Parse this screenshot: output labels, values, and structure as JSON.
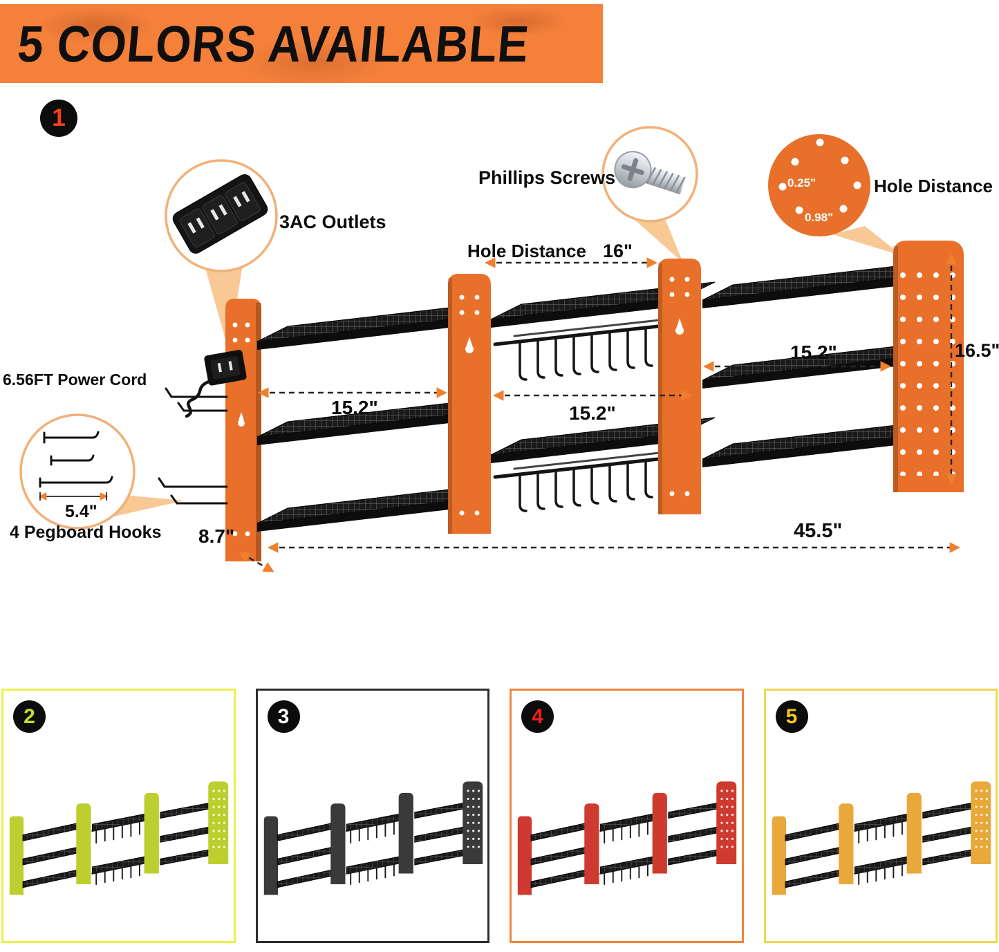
{
  "banner": {
    "title": "5 COLORS AVAILABLE"
  },
  "colors": {
    "banner_bg": "#f4803a",
    "arrow": "#f07f2e",
    "callout_ring": "#f2b078"
  },
  "main": {
    "number": "1",
    "number_color": "#f2421a",
    "rack_color": "#e8702a",
    "labels": {
      "outlets": "3AC Outlets",
      "screws": "Phillips Screws",
      "hole_distance": "Hole Distance",
      "power_cord": "6.56FT Power Cord",
      "pegboard_hooks": "4 Pegboard Hooks"
    },
    "dimensions": {
      "hole_distance_value": "16\"",
      "hole_small": "0.25\"",
      "hole_large": "0.98\"",
      "shelf_left": "15.2\"",
      "shelf_middle": "15.2\"",
      "shelf_right": "15.2\"",
      "panel_height": "16.5\"",
      "total_width": "45.5\"",
      "depth": "8.7\"",
      "hook_length": "5.4\""
    }
  },
  "variants": [
    {
      "number": "2",
      "number_color": "#c6dc2e",
      "border_color": "#ecf04b",
      "rack_color": "#bccf2e"
    },
    {
      "number": "3",
      "number_color": "#ffffff",
      "border_color": "#2d2d2d",
      "rack_color": "#3a3a3a"
    },
    {
      "number": "4",
      "number_color": "#ee2017",
      "border_color": "#f0853a",
      "rack_color": "#cf3a30"
    },
    {
      "number": "5",
      "number_color": "#f4c71d",
      "border_color": "#f0d84e",
      "rack_color": "#e9a83a"
    }
  ]
}
